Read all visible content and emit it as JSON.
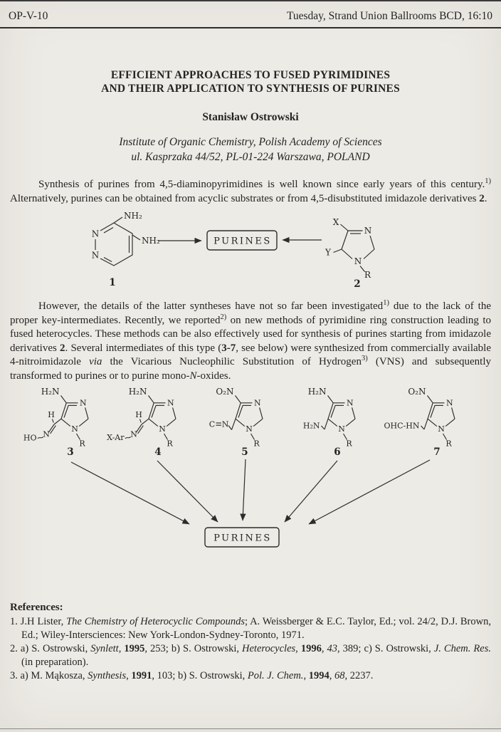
{
  "header": {
    "left": "OP-V-10",
    "right": "Tuesday, Strand Union Ballrooms BCD, 16:10"
  },
  "abstract": {
    "title_line1": "EFFICIENT APPROACHES TO FUSED PYRIMIDINES",
    "title_line2": "AND THEIR APPLICATION TO SYNTHESIS OF PURINES",
    "author": "Stanisław Ostrowski",
    "affiliation_line1": "Institute of Organic Chemistry, Polish Academy of Sciences",
    "affiliation_line2": "ul. Kasprzaka 44/52, PL-01-224 Warszawa, POLAND"
  },
  "paragraphs": {
    "p1": [
      {
        "t": "Synthesis of purines from 4,5-diaminopyrimidines is well known since early years of this century."
      },
      {
        "t": "1)",
        "c": "sup"
      },
      {
        "t": " Alternatively, purines can be obtained from acyclic substrates or from 4,5-disubstituted imidazole derivatives "
      },
      {
        "t": "2",
        "c": "b"
      },
      {
        "t": "."
      }
    ],
    "p2": [
      {
        "t": "However, the details of the latter syntheses have not so far been investigated"
      },
      {
        "t": "1)",
        "c": "sup"
      },
      {
        "t": " due to the lack of the proper key-intermediates. Recently, we reported"
      },
      {
        "t": "2)",
        "c": "sup"
      },
      {
        "t": " on new methods of pyrimidine ring construction leading to fused heterocycles. These methods can be also effectively used for synthesis of purines starting from imidazole derivatives "
      },
      {
        "t": "2",
        "c": "b"
      },
      {
        "t": ". Several intermediates of this type ("
      },
      {
        "t": "3-7",
        "c": "b"
      },
      {
        "t": ", see below) were synthesized from commercially available 4-nitroimidazole "
      },
      {
        "t": "via",
        "c": "i"
      },
      {
        "t": " the Vicarious Nucleophilic Substitution of Hydrogen"
      },
      {
        "t": "3)",
        "c": "sup"
      },
      {
        "t": " (VNS) and subsequently transformed to purines or to purine mono-"
      },
      {
        "t": "N",
        "c": "i"
      },
      {
        "t": "-oxides."
      }
    ]
  },
  "scheme1": {
    "purines_label": "PURINES",
    "structure1": {
      "n_top": "N",
      "n_bottom": "N",
      "amine_top": "NH₂",
      "amine_right": "NH₂",
      "number": "1"
    },
    "structure2": {
      "x": "X",
      "y": "Y",
      "n3": "N",
      "n1": "N",
      "r": "R",
      "number": "2"
    }
  },
  "scheme2": {
    "purines_label": "PURINES",
    "structures": [
      {
        "top_group": "H₂N",
        "n3": "N",
        "n1": "N",
        "r": "R",
        "side_a": "H",
        "side_b": "N",
        "side_c": "HO",
        "number": "3"
      },
      {
        "top_group": "H₂N",
        "n3": "N",
        "n1": "N",
        "r": "R",
        "side_a": "H",
        "side_b": "N",
        "side_c": "X-Ar",
        "number": "4"
      },
      {
        "top_group": "O₂N",
        "n3": "N",
        "n1": "N",
        "r": "R",
        "side_a": "C",
        "side_b": "N",
        "number": "5"
      },
      {
        "top_group": "H₂N",
        "n3": "N",
        "n1": "N",
        "r": "R",
        "side_a": "H₂N",
        "number": "6"
      },
      {
        "top_group": "O₂N",
        "n3": "N",
        "n1": "N",
        "r": "R",
        "side_a": "OHC-HN",
        "number": "7"
      }
    ]
  },
  "references": {
    "heading": "References:",
    "items": [
      [
        {
          "t": "1. J.H Lister, "
        },
        {
          "t": "The Chemistry of Heterocyclic Compounds",
          "c": "i"
        },
        {
          "t": "; A. Weissberger & E.C. Taylor, Ed.; vol. 24/2, D.J. Brown, Ed.; Wiley-Intersciences: New York-London-Sydney-Toronto, 1971."
        }
      ],
      [
        {
          "t": "2. a) S. Ostrowski, "
        },
        {
          "t": "Synlett",
          "c": "i"
        },
        {
          "t": ", "
        },
        {
          "t": "1995",
          "c": "b"
        },
        {
          "t": ", 253; b) S. Ostrowski, "
        },
        {
          "t": "Heterocycles",
          "c": "i"
        },
        {
          "t": ", "
        },
        {
          "t": "1996",
          "c": "b"
        },
        {
          "t": ", "
        },
        {
          "t": "43",
          "c": "i"
        },
        {
          "t": ", 389; c) S. Ostrowski, "
        },
        {
          "t": "J. Chem. Res.",
          "c": "i"
        },
        {
          "t": " (in preparation)."
        }
      ],
      [
        {
          "t": "3. a) M. Mąkosza, "
        },
        {
          "t": "Synthesis",
          "c": "i"
        },
        {
          "t": ", "
        },
        {
          "t": "1991",
          "c": "b"
        },
        {
          "t": ", 103; b) S. Ostrowski, "
        },
        {
          "t": "Pol. J. Chem.",
          "c": "i"
        },
        {
          "t": ", "
        },
        {
          "t": "1994",
          "c": "b"
        },
        {
          "t": ", "
        },
        {
          "t": "68",
          "c": "i"
        },
        {
          "t": ", 2237."
        }
      ]
    ]
  }
}
